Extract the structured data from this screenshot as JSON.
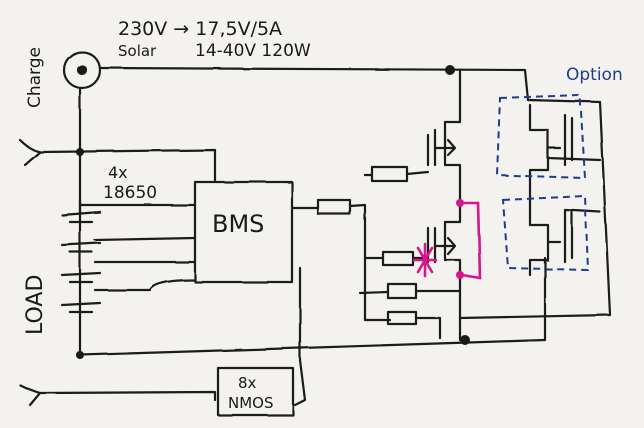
{
  "labels": {
    "charge": "Charge",
    "spec_line1": "230V → 17,5V/5A",
    "spec_line2_a": "Solar",
    "spec_line2_b": "14-40V 120W",
    "battery_count": "4x",
    "battery_type": "18650",
    "bms": "BMS",
    "load": "LOAD",
    "nmos_count": "8x",
    "nmos": "NMOS",
    "option": "Option"
  },
  "colors": {
    "ink": "#1a1a1a",
    "paper": "#f4f2ee",
    "option_blue": "#1f3c8f",
    "highlight_magenta": "#d6168c"
  }
}
